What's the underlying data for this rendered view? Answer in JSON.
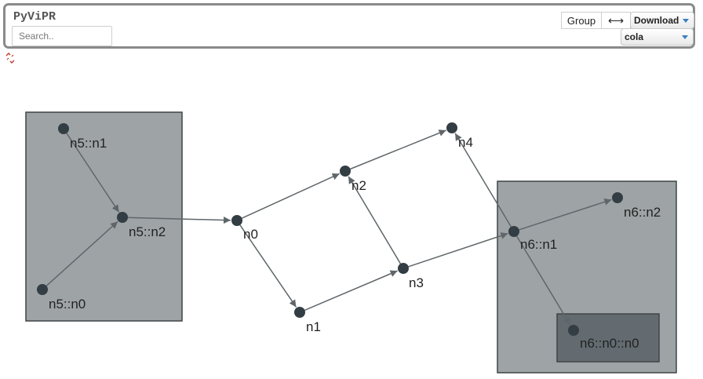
{
  "header": {
    "title": "PyViPR",
    "search_placeholder": "Search..",
    "group_label": "Group",
    "swap_label": "⟷",
    "download_label": "Download",
    "layout_value": "cola"
  },
  "graph": {
    "compounds": [
      {
        "id": "n5"
      },
      {
        "id": "n6"
      },
      {
        "id": "n6::n0"
      }
    ],
    "nodes": [
      {
        "id": "n5::n1",
        "label": "n5::n1"
      },
      {
        "id": "n5::n2",
        "label": "n5::n2"
      },
      {
        "id": "n5::n0",
        "label": "n5::n0"
      },
      {
        "id": "n0",
        "label": "n0"
      },
      {
        "id": "n1",
        "label": "n1"
      },
      {
        "id": "n2",
        "label": "n2"
      },
      {
        "id": "n3",
        "label": "n3"
      },
      {
        "id": "n4",
        "label": "n4"
      },
      {
        "id": "n6::n1",
        "label": "n6::n1"
      },
      {
        "id": "n6::n2",
        "label": "n6::n2"
      },
      {
        "id": "n6::n0::n0",
        "label": "n6::n0::n0"
      }
    ],
    "edges": [
      {
        "source": "n5::n1",
        "target": "n5::n2"
      },
      {
        "source": "n5::n0",
        "target": "n5::n2"
      },
      {
        "source": "n5::n2",
        "target": "n0"
      },
      {
        "source": "n0",
        "target": "n2"
      },
      {
        "source": "n0",
        "target": "n1"
      },
      {
        "source": "n2",
        "target": "n4"
      },
      {
        "source": "n1",
        "target": "n3"
      },
      {
        "source": "n3",
        "target": "n2"
      },
      {
        "source": "n3",
        "target": "n6::n1"
      },
      {
        "source": "n6::n1",
        "target": "n4"
      },
      {
        "source": "n6::n1",
        "target": "n6::n2"
      },
      {
        "source": "n6::n1",
        "target": "n6::n0::n0"
      }
    ],
    "colors": {
      "compound_fill": "#9ea3a6",
      "inner_compound_fill": "#636b70",
      "compound_border": "#3f4447",
      "node_fill": "#333d44",
      "edge_color": "#5f666a"
    }
  }
}
